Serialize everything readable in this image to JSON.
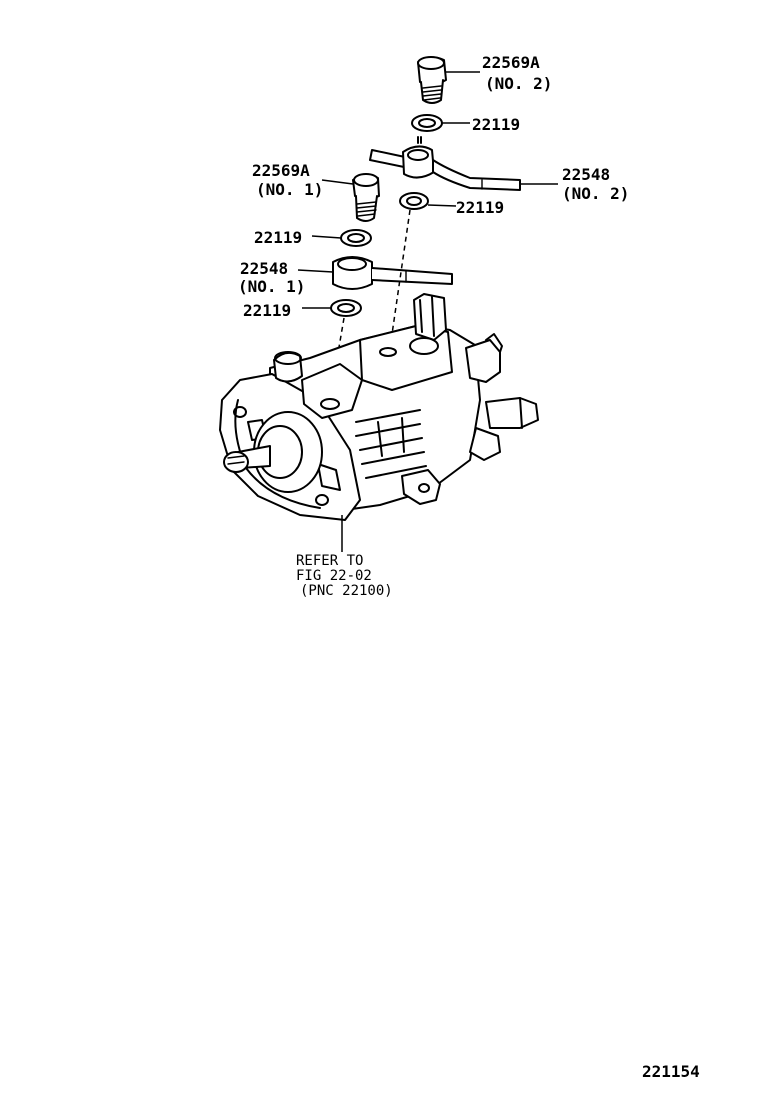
{
  "parts": {
    "union_bolt_no2": {
      "number": "22569A",
      "qualifier": "(NO. 2)"
    },
    "gasket_top": {
      "number": "22119"
    },
    "union_no2": {
      "number": "22548",
      "qualifier": "(NO. 2)"
    },
    "union_bolt_no1": {
      "number": "22569A",
      "qualifier": "(NO. 1)"
    },
    "gasket_mid_right": {
      "number": "22119"
    },
    "gasket_mid_left": {
      "number": "22119"
    },
    "union_no1": {
      "number": "22548",
      "qualifier": "(NO. 1)"
    },
    "gasket_bottom": {
      "number": "22119"
    }
  },
  "reference": {
    "line1": "REFER TO",
    "line2": "FIG 22-02",
    "line3": "(PNC 22100)"
  },
  "figure_number": "221154"
}
